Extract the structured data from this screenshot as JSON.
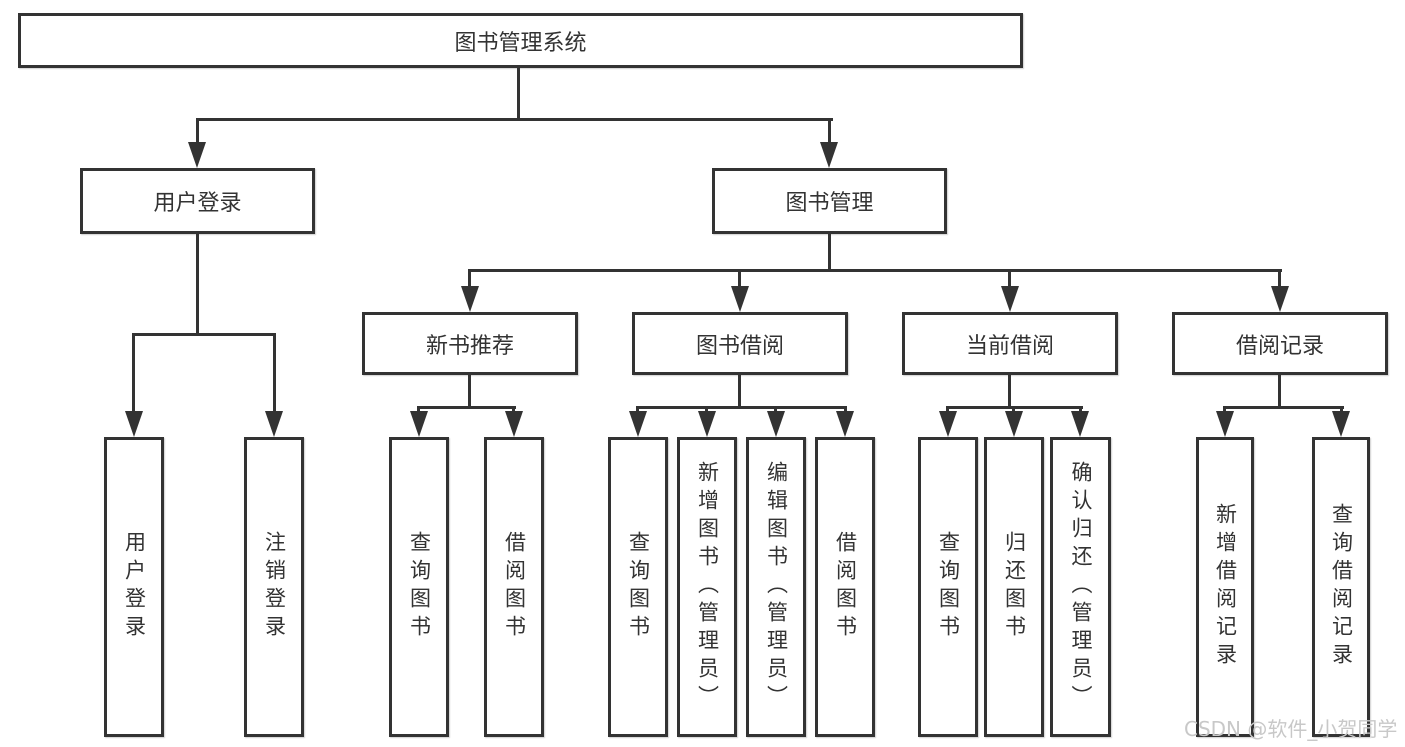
{
  "nodes": {
    "root": "图书管理系统",
    "user_login": "用户登录",
    "book_management": "图书管理",
    "new_book_recommend": "新书推荐",
    "book_borrow": "图书借阅",
    "current_borrow": "当前借阅",
    "borrow_record": "借阅记录",
    "leaf_user_login": "用户登录",
    "leaf_logout": "注销登录",
    "leaf_nb_query_books": "查询图书",
    "leaf_nb_borrow_books": "借阅图书",
    "leaf_bb_query_books": "查询图书",
    "leaf_bb_add_books": "新增图书（管理员）",
    "leaf_bb_edit_books": "编辑图书（管理员）",
    "leaf_bb_borrow_books": "借阅图书",
    "leaf_cb_query_books": "查询图书",
    "leaf_cb_return_books": "归还图书",
    "leaf_cb_confirm_return": "确认归还（管理员）",
    "leaf_br_add_record": "新增借阅记录",
    "leaf_br_query_record": "查询借阅记录"
  },
  "watermark": "CSDN @软件_小贺同学",
  "colors": {
    "line": "#333333",
    "text": "#333333",
    "watermark": "#c8c8c8",
    "background": "#ffffff"
  }
}
